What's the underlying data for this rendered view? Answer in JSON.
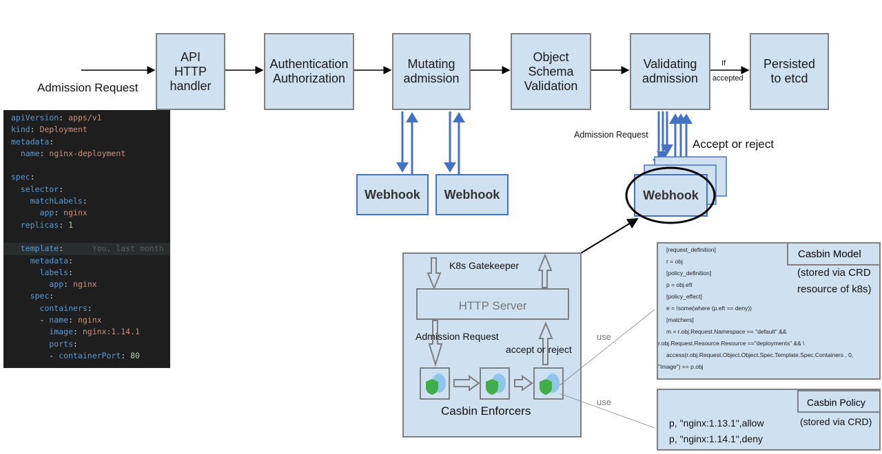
{
  "flow": {
    "request_label": "Admission Request",
    "stages": [
      "API\nHTTP\nhandler",
      "Authentication\nAuthorization",
      "Mutating\nadmission",
      "Object\nSchema\nValidation",
      "Validating\nadmission",
      "Persisted\nto etcd"
    ],
    "if_accepted": [
      "If",
      "accepted"
    ],
    "webhook": "Webhook",
    "validating_request": "Admission Request",
    "accept_reject": "Accept or reject"
  },
  "gatekeeper": {
    "title": "K8s Gatekeeper",
    "http_server": "HTTP Server",
    "admission_request": "Admission Request",
    "accept_reject": "accept or reject",
    "enforcers": "Casbin Enforcers",
    "use": "use"
  },
  "model": {
    "title": "Casbin Model",
    "note": [
      "(stored via CRD",
      "resource of k8s)"
    ],
    "lines": [
      "[request_definition]",
      "r =  obj",
      "[policy_definition]",
      "p =  obj.eft",
      "[policy_effect]",
      "e = !some(where (p.eft == deny))",
      "[matchers]",
      "m = r.obj.Request.Namespace == \"default\" &&",
      "r.obj.Request.Resource.Resource ==\"deployments\" && \\",
      "access(r.obj.Request.Object.Object.Spec.Template.Spec.Containers , 0,",
      "\"Image\") == p.obj"
    ]
  },
  "policy": {
    "title": "Casbin Policy",
    "note": "(stored via CRD)",
    "lines": [
      "p, \"nginx:1.13.1\",allow",
      "p, \"nginx:1.14.1\",deny"
    ]
  },
  "yaml": {
    "blame": "You, last month"
  },
  "colors": {
    "box_fill": "#cfe0f0",
    "box_border": "#7f7f7f",
    "arrow_blue": "#4472c4",
    "code_bg": "#1e1e1e"
  }
}
